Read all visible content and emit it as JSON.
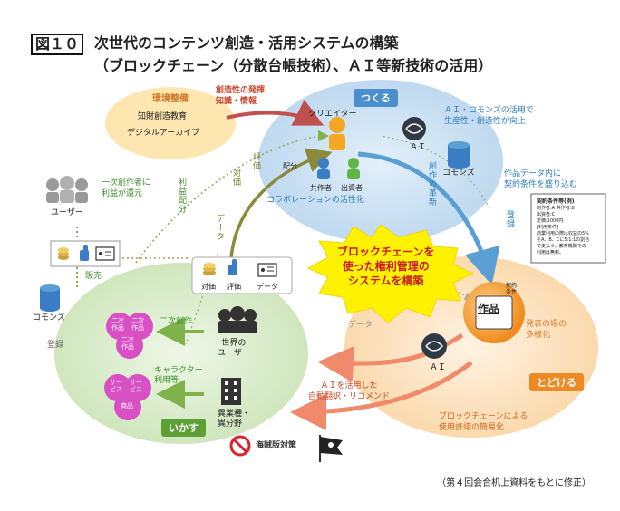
{
  "figure_no": "図１０",
  "title_line1": "次世代のコンテンツ創造・活用システムの構築",
  "title_line2": "（ブロックチェーン（分散台帳技術）、ＡＩ等新技術の活用）",
  "tsukuru": {
    "badge": "つくる",
    "creator": "クリエイター",
    "ai": "ＡＩ",
    "commons": "コモンズ",
    "ai_commons_note": "ＡＩ・コモンズの活用で\n生産性・創造性が向上",
    "collab": "コラボレーションの活性化",
    "coauthor": "共作者",
    "investor": "出資者",
    "distribution": "配分"
  },
  "environment": {
    "title": "環境整備",
    "item1": "知財創造教育",
    "item2": "デジタルアーカイブ"
  },
  "creativity_note": "創造性の発揮\n知識・情報",
  "work": {
    "label": "作品",
    "contract": "契約\n条件",
    "venue": "発表の場の\n多様化",
    "embed_note": "作品データ内に\n契約条件を盛り込む",
    "register": "登録",
    "innovation": "創作の革新"
  },
  "contract_card": {
    "title": "契約条件等(例)",
    "lines": [
      "制作者:A  共作者:B",
      "出資者:C",
      "定価:1000円",
      "[利用条件]",
      "商業利用の際は収益の5%",
      "をA、B、Cに5:1:1の割合",
      "で支払う。教育機関での",
      "利用は無料。"
    ]
  },
  "todokeru": {
    "badge": "とどける",
    "ai": "ＡＩ",
    "translate": "ＡＩを活用した\n自動翻訳・リコメンド",
    "bc_simplify": "ブロックチェーンによる\n使用許諾の簡易化"
  },
  "center_burst": "ブロックチェーンを\n使った権利管理の\nシステムを構築",
  "hub": {
    "price": "対価",
    "rating": "評価",
    "data": "データ"
  },
  "arrows": {
    "return_profit": "利益配分",
    "price_label": "対価",
    "rating_label": "評価",
    "data_label": "データ",
    "data_flow": "データ"
  },
  "ikasu": {
    "badge": "いかす",
    "world_users": "世界の\nユーザー",
    "secondary": "二次創作",
    "character": "キャラクター\n利用等",
    "other_industry": "異業種・\n異分野",
    "works": [
      "二次\n作品",
      "二次\n作品",
      "二次\n作品"
    ],
    "services": [
      "サー\nビス",
      "サー\nビス",
      "商品"
    ]
  },
  "left": {
    "users": "ユーザー",
    "profit_return": "一次創作者に\n利益が還元",
    "sales": "販売",
    "commons": "コモンズ",
    "register": "登録"
  },
  "piracy": "海賊版対策",
  "source": "（第４回会合机上資料をもとに修正）",
  "colors": {
    "tsukuru": "#cfe3f3",
    "todokeru": "#fde3c2",
    "ikasu": "#d8ecc8",
    "burst": "#fff200",
    "work_circle": "#f7941d"
  }
}
